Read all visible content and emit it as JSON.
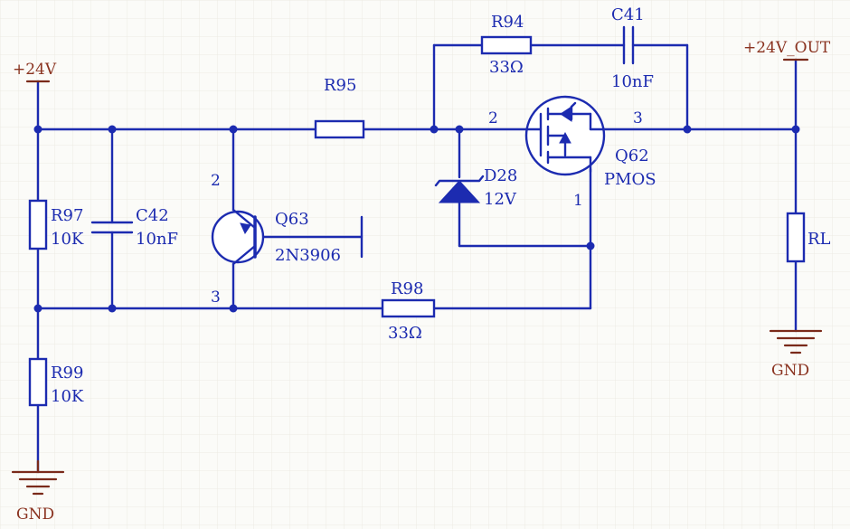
{
  "power": {
    "vin": "+24V",
    "vout": "+24V_OUT",
    "gnd_left": "GND",
    "gnd_right": "GND"
  },
  "components": {
    "r97": {
      "ref": "R97",
      "value": "10K"
    },
    "r99": {
      "ref": "R99",
      "value": "10K"
    },
    "c42": {
      "ref": "C42",
      "value": "10nF"
    },
    "q63": {
      "ref": "Q63",
      "value": "2N3906",
      "pin_base": "2",
      "pin_emitter": "3"
    },
    "r95": {
      "ref": "R95"
    },
    "r94": {
      "ref": "R94",
      "value": "33Ω"
    },
    "c41": {
      "ref": "C41",
      "value": "10nF"
    },
    "d28": {
      "ref": "D28",
      "value": "12V"
    },
    "q62": {
      "ref": "Q62",
      "value": "PMOS",
      "pin_gate": "2",
      "pin_drain": "3",
      "pin_source": "1"
    },
    "r98": {
      "ref": "R98",
      "value": "33Ω"
    },
    "rl": {
      "ref": "RL"
    }
  }
}
